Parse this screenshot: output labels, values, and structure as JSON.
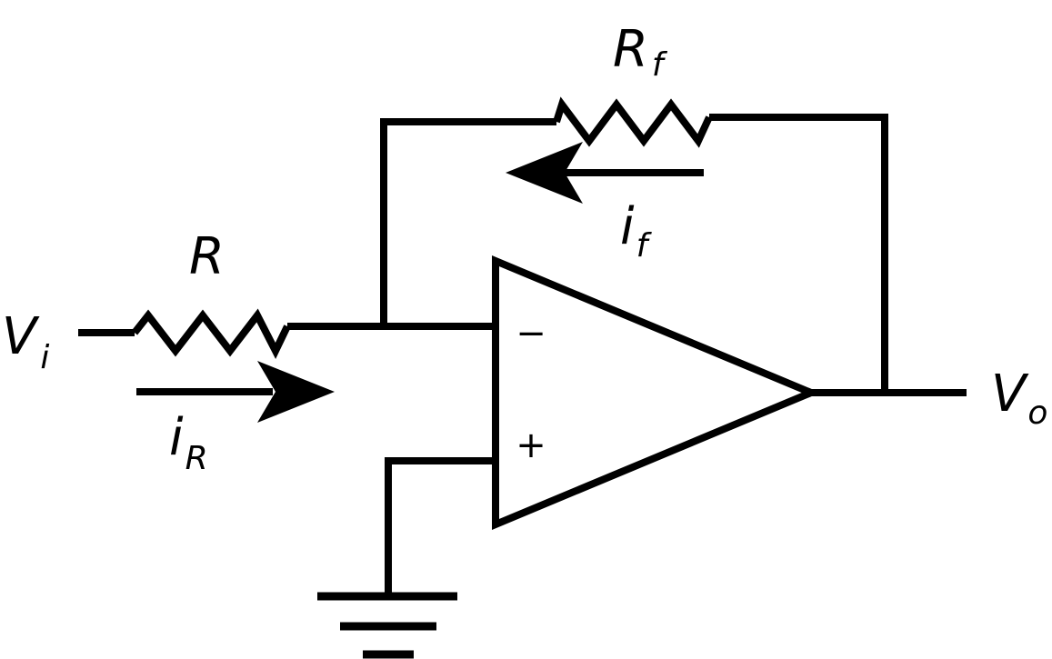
{
  "labels": {
    "input_voltage": {
      "main": "V",
      "sub": "i"
    },
    "output_voltage": {
      "main": "V",
      "sub": "o"
    },
    "input_resistor": {
      "main": "R"
    },
    "feedback_resistor": {
      "main": "R",
      "sub": "f"
    },
    "input_current": {
      "main": "i",
      "sub": "R"
    },
    "feedback_current": {
      "main": "i",
      "sub": "f"
    }
  },
  "opamp": {
    "inverting_sign": "−",
    "noninverting_sign": "+"
  },
  "colors": {
    "stroke": "#000000",
    "background": "#ffffff"
  }
}
